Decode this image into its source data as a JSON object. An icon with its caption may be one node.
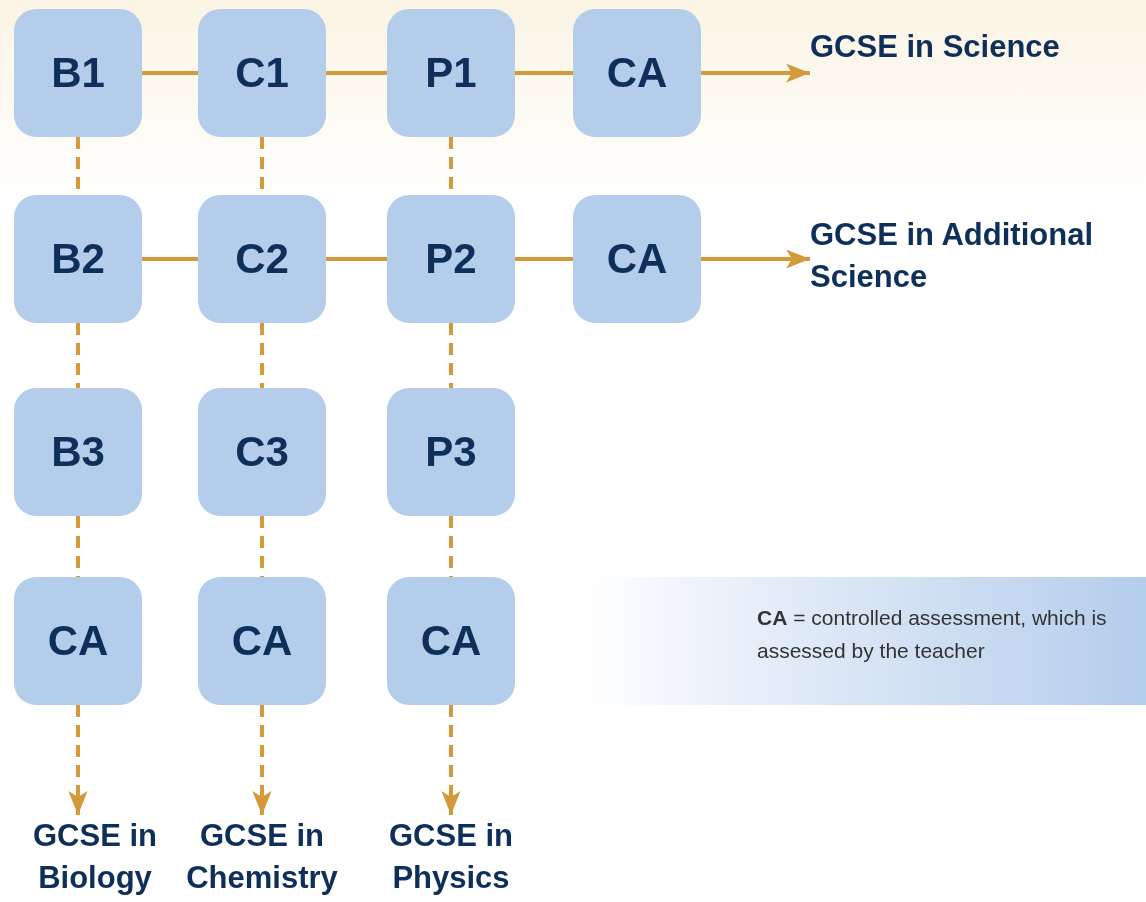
{
  "diagram": {
    "nodes": [
      {
        "text": [
          "B1"
        ]
      },
      {
        "text": [
          "C1"
        ]
      },
      {
        "text": [
          "P1"
        ]
      },
      {
        "text": [
          "CA"
        ]
      },
      {
        "text": [
          "GCSE in Science"
        ]
      },
      {
        "text": [
          "B2"
        ]
      },
      {
        "text": [
          "C2"
        ]
      },
      {
        "text": [
          "P2"
        ]
      },
      {
        "text": [
          "CA"
        ]
      },
      {
        "text": [
          "GCSE in Additional Science"
        ]
      },
      {
        "text": [
          "B3"
        ]
      },
      {
        "text": [
          "C3"
        ]
      },
      {
        "text": [
          "P3"
        ]
      },
      {
        "text": [
          "CA"
        ]
      },
      {
        "text": [
          "CA"
        ]
      },
      {
        "text": [
          "CA"
        ]
      },
      {
        "text": [
          "GCSE in Biology"
        ]
      },
      {
        "text": [
          "GCSE in Chemistry"
        ]
      },
      {
        "text": [
          "GCSE in Physics"
        ]
      },
      {
        "text": [
          "**CA** = controlled assessment, which is assessed by the teacher"
        ]
      }
    ],
    "edges": [
      {
        "from": 0,
        "to": 1,
        "arrow": "none"
      },
      {
        "from": 1,
        "to": 2,
        "arrow": "none"
      },
      {
        "from": 2,
        "to": 3,
        "arrow": "none"
      },
      {
        "from": 3,
        "to": 4,
        "arrow": "to"
      },
      {
        "from": 5,
        "to": 6,
        "arrow": "none"
      },
      {
        "from": 6,
        "to": 7,
        "arrow": "none"
      },
      {
        "from": 7,
        "to": 8,
        "arrow": "none"
      },
      {
        "from": 8,
        "to": 9,
        "arrow": "to"
      },
      {
        "from": 0,
        "to": 5,
        "arrow": "none",
        "style": "dashed"
      },
      {
        "from": 5,
        "to": 10,
        "arrow": "none",
        "style": "dashed"
      },
      {
        "from": 10,
        "to": 13,
        "arrow": "none",
        "style": "dashed"
      },
      {
        "from": 13,
        "to": 16,
        "arrow": "to",
        "style": "dashed"
      },
      {
        "from": 1,
        "to": 6,
        "arrow": "none",
        "style": "dashed"
      },
      {
        "from": 6,
        "to": 11,
        "arrow": "none",
        "style": "dashed"
      },
      {
        "from": 11,
        "to": 14,
        "arrow": "none",
        "style": "dashed"
      },
      {
        "from": 14,
        "to": 17,
        "arrow": "to",
        "style": "dashed"
      },
      {
        "from": 2,
        "to": 7,
        "arrow": "none",
        "style": "dashed"
      },
      {
        "from": 7,
        "to": 12,
        "arrow": "none",
        "style": "dashed"
      },
      {
        "from": 12,
        "to": 15,
        "arrow": "none",
        "style": "dashed"
      },
      {
        "from": 15,
        "to": 18,
        "arrow": "to",
        "style": "dashed"
      }
    ]
  }
}
